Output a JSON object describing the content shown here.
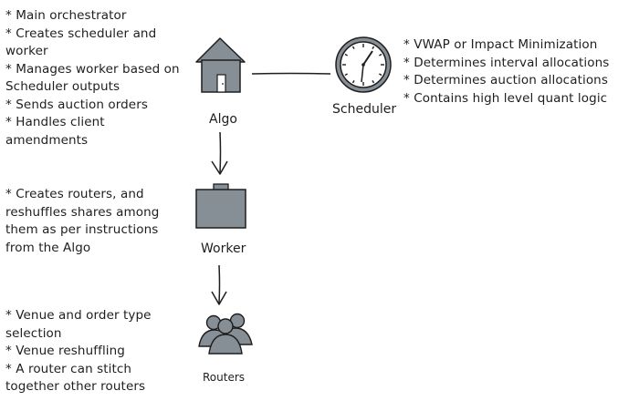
{
  "notes": {
    "algo": "* Main orchestrator\n* Creates scheduler and worker\n* Manages worker based on Scheduler outputs\n* Sends auction orders\n* Handles client amendments",
    "scheduler": "* VWAP or Impact Minimization\n* Determines interval allocations\n* Determines auction allocations\n* Contains high level quant logic",
    "worker": "* Creates routers, and reshuffles shares among them as per instructions from the Algo",
    "routers": "* Venue and order type selection\n* Venue reshuffling\n* A router can stitch together other routers"
  },
  "nodes": {
    "algo": {
      "label": "Algo",
      "icon": "house-icon"
    },
    "scheduler": {
      "label": "Scheduler",
      "icon": "clock-icon"
    },
    "worker": {
      "label": "Worker",
      "icon": "briefcase-icon"
    },
    "routers": {
      "label": "Routers",
      "icon": "people-group-icon"
    }
  },
  "colors": {
    "icon_fill": "#868e96",
    "stroke": "#1e1e1e",
    "background": "#ffffff"
  }
}
